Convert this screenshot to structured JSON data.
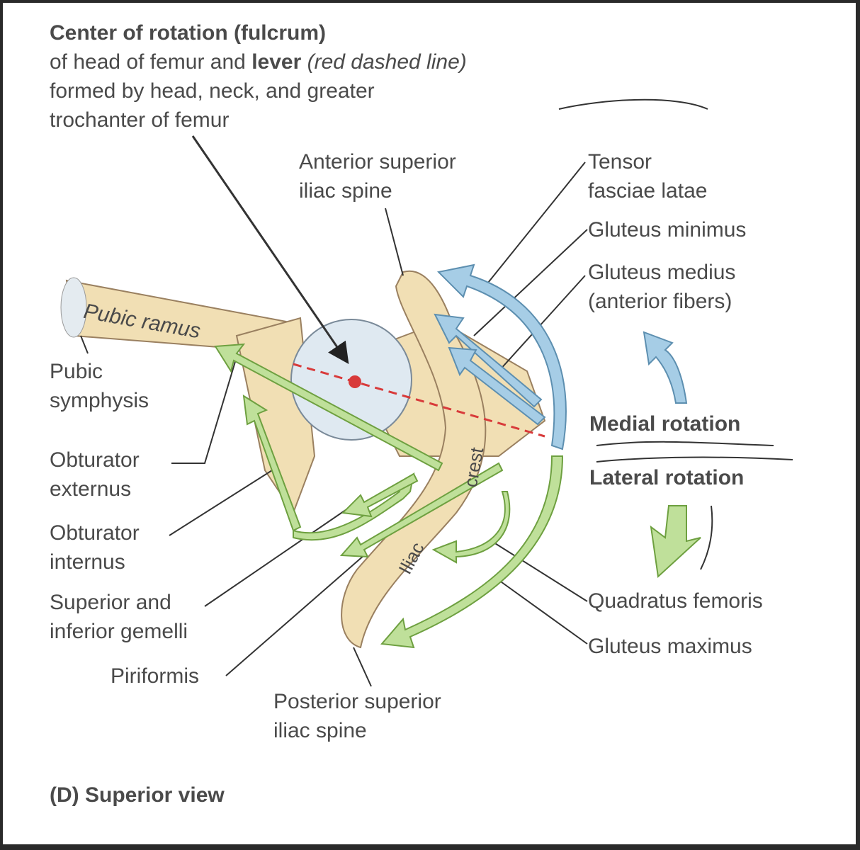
{
  "figure": {
    "title_line1": "Center of rotation (fulcrum)",
    "title_line2_a": "of head of femur and ",
    "title_line2_b": "lever",
    "title_line2_c": " (red dashed line)",
    "title_line3": "formed by head, neck, and greater",
    "title_line4": "trochanter of femur",
    "caption": "(D) Superior view"
  },
  "labels": {
    "asis": [
      "Anterior superior",
      "iliac spine"
    ],
    "tfl": [
      "Tensor",
      "fasciae latae"
    ],
    "glut_min": "Gluteus minimus",
    "glut_med": [
      "Gluteus medius",
      "(anterior fibers)"
    ],
    "pubic_ramus": "Pubic ramus",
    "pubic_symphysis": [
      "Pubic",
      "symphysis"
    ],
    "medial_rotation": "Medial rotation",
    "lateral_rotation": "Lateral rotation",
    "obt_ext": [
      "Obturator",
      "externus"
    ],
    "obt_int": [
      "Obturator",
      "internus"
    ],
    "gemelli": [
      "Superior and",
      "inferior gemelli"
    ],
    "piriformis": "Piriformis",
    "crest": "crest",
    "iliac": "Iliac",
    "quad_fem": "Quadratus femoris",
    "glut_max": "Gluteus maximus",
    "psis": [
      "Posterior superior",
      "iliac spine"
    ]
  },
  "colors": {
    "bone": "#f1dfb4",
    "head": "#dfe9f1",
    "medial": "#a6cde6",
    "lateral": "#bfe09a",
    "lever": "#d83a3a"
  }
}
